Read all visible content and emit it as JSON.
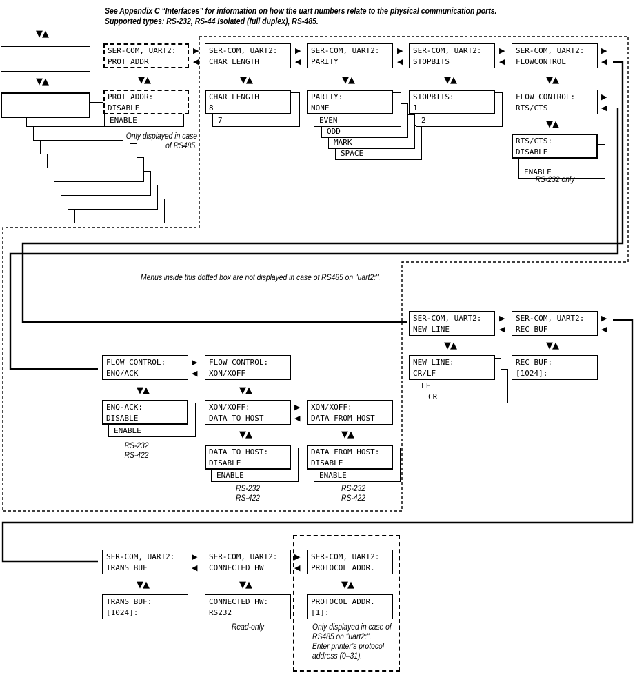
{
  "header": {
    "line1": "See Appendix C “Interfaces” for information on how the uart numbers relate to the physical communication ports.",
    "line2": "Supported types:  RS-232, RS-44 Isolated (full duplex), RS-485."
  },
  "menus": {
    "prot_addr": {
      "title": "SER-COM, UART2:",
      "value": "PROT ADDR"
    },
    "char_length": {
      "title": "SER-COM, UART2:",
      "value": "CHAR LENGTH"
    },
    "parity": {
      "title": "SER-COM, UART2:",
      "value": "PARITY"
    },
    "stopbits": {
      "title": "SER-COM, UART2:",
      "value": "STOPBITS"
    },
    "flowcontrol": {
      "title": "SER-COM, UART2:",
      "value": "FLOWCONTROL"
    },
    "new_line": {
      "title": "SER-COM, UART2:",
      "value": "NEW LINE"
    },
    "rec_buf": {
      "title": "SER-COM, UART2:",
      "value": "REC BUF"
    },
    "trans_buf": {
      "title": "SER-COM, UART2:",
      "value": "TRANS BUF"
    },
    "connected_hw": {
      "title": "SER-COM, UART2:",
      "value": "CONNECTED HW"
    },
    "protocol_addr": {
      "title": "SER-COM, UART2:",
      "value": "PROTOCOL ADDR."
    }
  },
  "settings": {
    "prot_addr": {
      "title": "PROT ADDR:",
      "value": "DISABLE",
      "options": [
        "ENABLE"
      ]
    },
    "char_length": {
      "title": "CHAR LENGTH",
      "value": "8",
      "options": [
        "7"
      ]
    },
    "parity": {
      "title": "PARITY:",
      "value": "NONE",
      "options": [
        "EVEN",
        "ODD",
        "MARK",
        "SPACE"
      ]
    },
    "stopbits": {
      "title": "STOPBITS:",
      "value": "1",
      "options": [
        "2"
      ]
    },
    "flow_control": {
      "title": "FLOW CONTROL:",
      "value": "RTS/CTS"
    },
    "rts_cts": {
      "title": "RTS/CTS:",
      "value": "DISABLE",
      "options": [
        "ENABLE"
      ]
    },
    "new_line": {
      "title": "NEW LINE:",
      "value": "CR/LF",
      "options": [
        "LF",
        "CR"
      ]
    },
    "rec_buf": {
      "title": "REC BUF:",
      "value": "[1024]:"
    },
    "flow_enq": {
      "title": "FLOW CONTROL:",
      "value": "ENQ/ACK"
    },
    "flow_xon": {
      "title": "FLOW CONTROL:",
      "value": "XON/XOFF"
    },
    "enq_ack": {
      "title": "ENQ-ACK:",
      "value": "DISABLE",
      "options": [
        "ENABLE"
      ]
    },
    "xon_to_host": {
      "title": "XON/XOFF:",
      "value": "DATA TO HOST"
    },
    "xon_from_host": {
      "title": "XON/XOFF:",
      "value": "DATA FROM HOST"
    },
    "data_to_host": {
      "title": "DATA TO HOST:",
      "value": "DISABLE",
      "options": [
        "ENABLE"
      ]
    },
    "data_from_host": {
      "title": "DATA FROM HOST:",
      "value": "DISABLE",
      "options": [
        "ENABLE"
      ]
    },
    "trans_buf": {
      "title": "TRANS BUF:",
      "value": "[1024]:"
    },
    "connected_hw": {
      "title": "CONNECTED HW:",
      "value": "RS232"
    },
    "protocol_addr": {
      "title": "PROTOCOL ADDR.",
      "value": "[1]:"
    }
  },
  "notes": {
    "prot_addr": "Only displayed in case\nof RS485.",
    "rs232_only": "RS-232 only",
    "dotted_box": "Menus inside this dotted box are not displayed in case of RS485 on \"uart2:\".",
    "enq_ack": "RS-232\nRS-422",
    "data_to_host": "RS-232\nRS-422",
    "data_from_host": "RS-232\nRS-422",
    "read_only": "Read-only",
    "protocol_addr": "Only displayed in case of\nRS485 on \"uart2:\".\nEnter printer’s protocol\naddress (0–31)."
  },
  "symbols": {
    "up_down": "▼▲",
    "right": "▶",
    "left": "◀"
  }
}
